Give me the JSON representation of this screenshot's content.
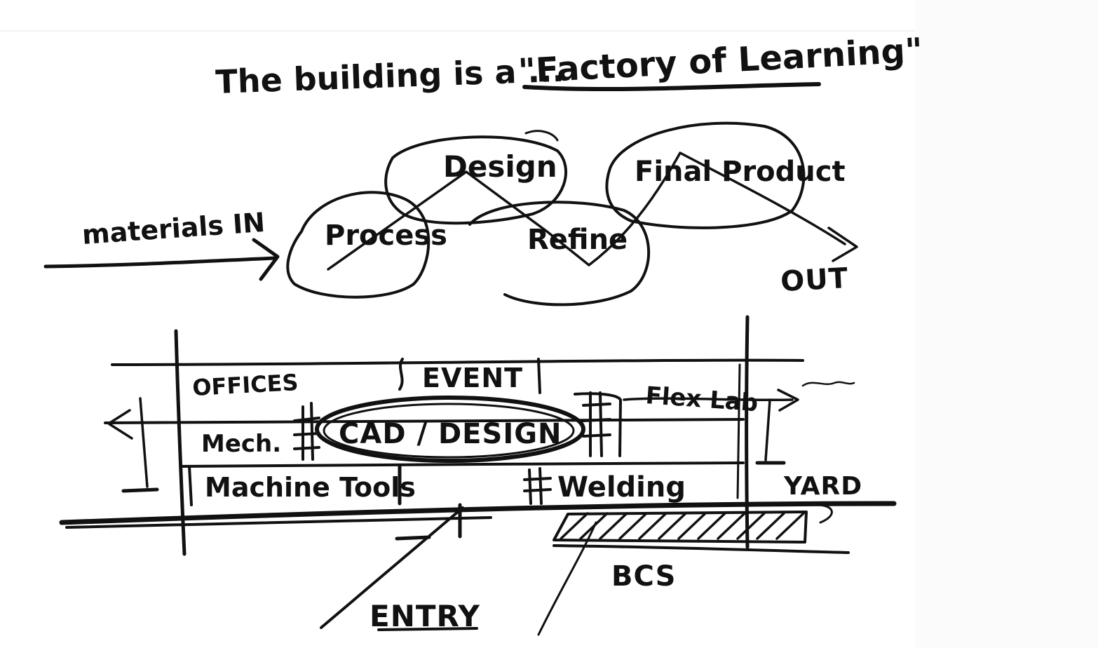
{
  "title": {
    "prefix": "The building is a ...",
    "emphasis": "\"Factory of Learning\""
  },
  "flow": {
    "input_label": "materials IN",
    "output_label": "OUT",
    "stages": [
      "Process",
      "Design",
      "Refine",
      "Final Product"
    ]
  },
  "section": {
    "rooms": {
      "offices": "OFFICES",
      "event": "EVENT",
      "mech": "Mech.",
      "cad_design": "CAD / DESIGN",
      "flex_lab": "Flex Lab",
      "machine_tools": "Machine Tools",
      "welding": "Welding",
      "yard": "YARD"
    },
    "entry": "ENTRY",
    "bcs": "BCS"
  }
}
